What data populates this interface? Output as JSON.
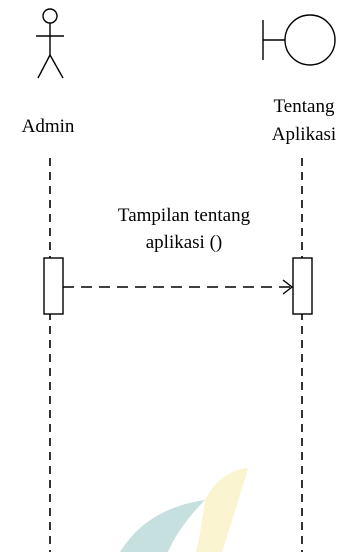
{
  "diagram": {
    "type": "sequence",
    "participants": [
      {
        "id": "admin",
        "kind": "actor",
        "icon": "actor-stick-figure-icon",
        "label_lines": [
          "Admin"
        ]
      },
      {
        "id": "tentang-aplikasi",
        "kind": "boundary",
        "icon": "boundary-icon",
        "label_lines": [
          "Tentang",
          "Aplikasi"
        ]
      }
    ],
    "message": {
      "from": "admin",
      "to": "tentang-aplikasi",
      "style": "dashed",
      "label_lines": [
        "Tampilan tentang",
        "aplikasi ()"
      ]
    },
    "colors": {
      "stroke": "#000000",
      "background": "#ffffff",
      "watermark_teal": "#5fa8a6",
      "watermark_yellow": "#f2e27a"
    }
  }
}
